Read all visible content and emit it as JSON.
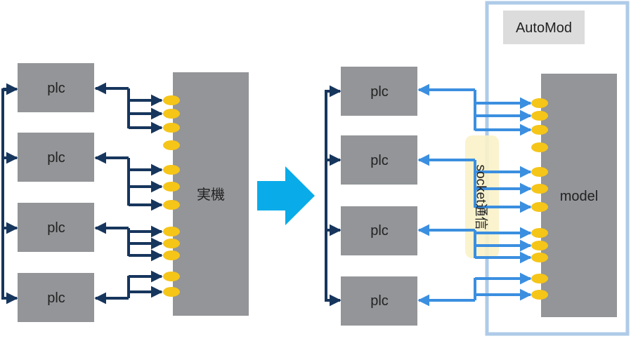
{
  "left": {
    "plc_labels": [
      "plc",
      "plc",
      "plc",
      "plc"
    ],
    "device_label": "実機"
  },
  "right": {
    "plc_labels": [
      "plc",
      "plc",
      "plc",
      "plc"
    ],
    "model_label": "model",
    "automod_label": "AutoMod",
    "socket_label": "socket通信"
  },
  "colors": {
    "box_gray": "#939598",
    "dark_line": "#17365d",
    "blue_line": "#3b8fe0",
    "transition_arrow": "#0aabe9",
    "connector": "#f5c518",
    "frame": "#aecbe8",
    "automod_box": "#dcdcdc",
    "socket_highlight": "#fbf2c8"
  },
  "icons": [
    "right-arrow-icon"
  ]
}
